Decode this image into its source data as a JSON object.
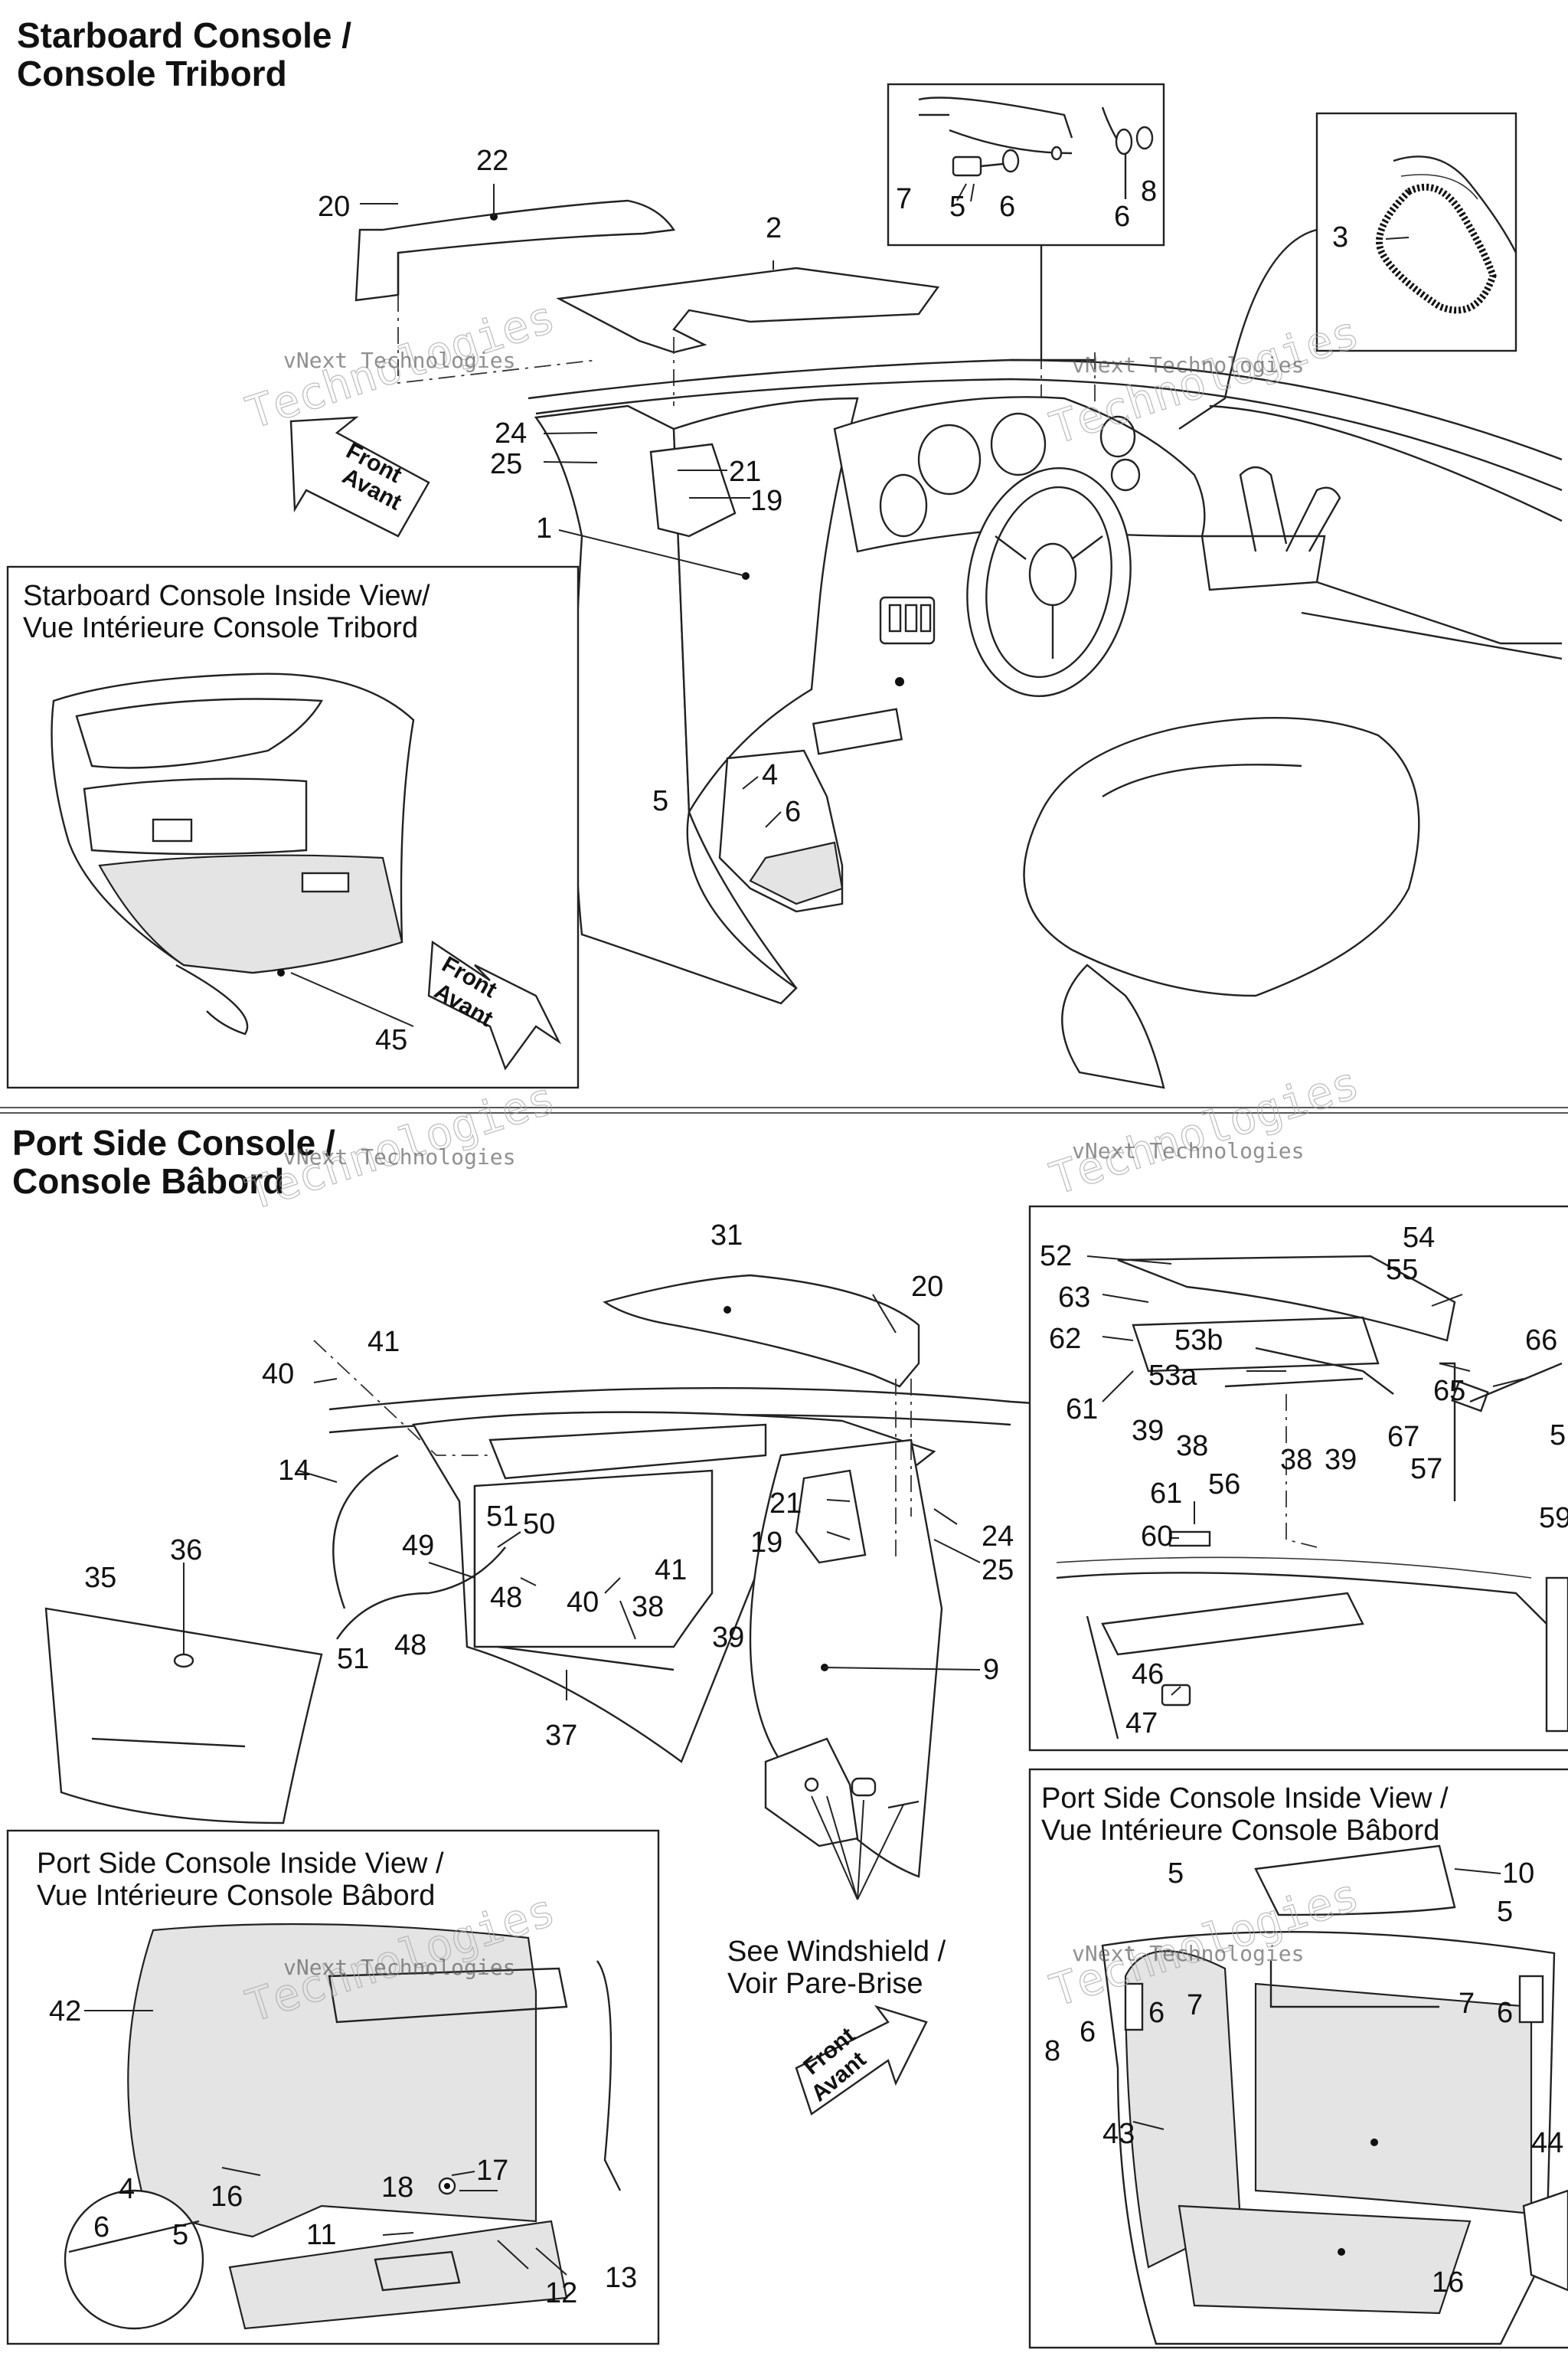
{
  "sections": {
    "starboard_title_1": "Starboard Console /",
    "starboard_title_2": "Console Tribord",
    "port_title_1": "Port Side Console /",
    "port_title_2": "Console Bâbord"
  },
  "insets": {
    "starboard_inside_1": "Starboard Console Inside View/",
    "starboard_inside_2": "Vue Intérieure Console Tribord",
    "port_inside_left_1": "Port Side Console Inside View /",
    "port_inside_left_2": "Vue Intérieure Console Bâbord",
    "port_inside_right_1": "Port Side Console Inside View /",
    "port_inside_right_2": "Vue Intérieure Console Bâbord"
  },
  "notes": {
    "windshield_1": "See Windshield /",
    "windshield_2": "Voir Pare-Brise"
  },
  "direction_arrows": {
    "front": "Front",
    "avant": "Avant"
  },
  "watermark": {
    "line1": "vNext Technologies",
    "line2": "Technologies",
    "line3": "vNext"
  },
  "callouts": {
    "c22": "22",
    "c20a": "20",
    "c2": "2",
    "c7a": "7",
    "c5a": "5",
    "c6a": "6",
    "c6b": "6",
    "c8a": "8",
    "c3": "3",
    "c24a": "24",
    "c25a": "25",
    "c21a": "21",
    "c19a": "19",
    "c1": "1",
    "c4a": "4",
    "c5b": "5",
    "c6c": "6",
    "c45": "45",
    "c31": "31",
    "c20b": "20",
    "c41a": "41",
    "c40a": "40",
    "c14": "14",
    "c35": "35",
    "c36": "36",
    "c49": "49",
    "c51a": "51",
    "c50": "50",
    "c48a": "48",
    "c40b": "40",
    "c41b": "41",
    "c38a": "38",
    "c39a": "39",
    "c51b": "51",
    "c48b": "48",
    "c37": "37",
    "c21b": "21",
    "c19b": "19",
    "c24b": "24",
    "c25b": "25",
    "c9": "9",
    "c52": "52",
    "c54": "54",
    "c55": "55",
    "c63": "63",
    "c62": "62",
    "c53b": "53b",
    "c53a": "53a",
    "c61a": "61",
    "c39b": "39",
    "c38b": "38",
    "c56": "56",
    "c38c": "38",
    "c39c": "39",
    "c66": "66",
    "c65": "65",
    "c67": "67",
    "c57": "57",
    "c58": "5",
    "c59": "59",
    "c61b": "61",
    "c60": "60",
    "c46": "46",
    "c47": "47",
    "c42": "42",
    "c4b": "4",
    "c6d": "6",
    "c5c": "5",
    "c16a": "16",
    "c18": "18",
    "c17": "17",
    "c11": "11",
    "c12": "12",
    "c13": "13",
    "c5d": "5",
    "c10": "10",
    "c5e": "5",
    "c7b": "7",
    "c6e": "6",
    "c8b": "8",
    "c6f": "6",
    "c6g": "6",
    "c7c": "7",
    "c43": "43",
    "c44": "44",
    "c16b": "16"
  }
}
